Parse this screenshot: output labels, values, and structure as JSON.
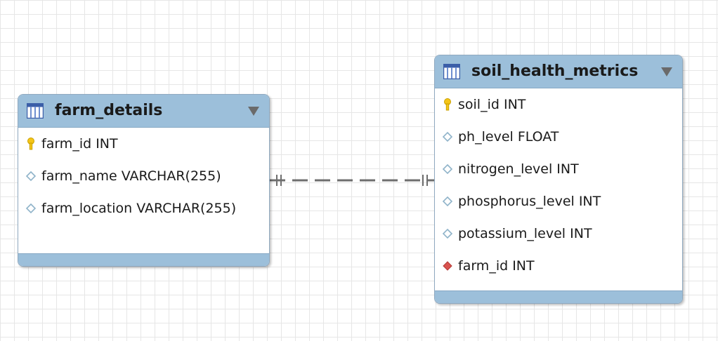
{
  "tables": [
    {
      "name": "farm_details",
      "icon": "table-icon",
      "columns": [
        {
          "text": "farm_id INT",
          "kind": "primary-key",
          "icon": "key-icon"
        },
        {
          "text": "farm_name VARCHAR(255)",
          "kind": "column",
          "icon": "column-diamond-icon"
        },
        {
          "text": "farm_location VARCHAR(255)",
          "kind": "column",
          "icon": "column-diamond-icon"
        }
      ]
    },
    {
      "name": "soil_health_metrics",
      "icon": "table-icon",
      "columns": [
        {
          "text": "soil_id INT",
          "kind": "primary-key",
          "icon": "key-icon"
        },
        {
          "text": "ph_level FLOAT",
          "kind": "column",
          "icon": "column-diamond-icon"
        },
        {
          "text": "nitrogen_level INT",
          "kind": "column",
          "icon": "column-diamond-icon"
        },
        {
          "text": "phosphorus_level INT",
          "kind": "column",
          "icon": "column-diamond-icon"
        },
        {
          "text": "potassium_level INT",
          "kind": "column",
          "icon": "column-diamond-icon"
        },
        {
          "text": "farm_id INT",
          "kind": "foreign-key",
          "icon": "foreign-key-diamond-icon"
        }
      ]
    }
  ],
  "relationships": [
    {
      "from": "farm_details",
      "to": "soil_health_metrics",
      "cardinality": "one-to-one",
      "line_style": "dashed"
    }
  ],
  "colors": {
    "header": "#9cbfda",
    "key": "#f5c518",
    "column_diamond": "#a9c7d8",
    "foreign_key": "#d9534f",
    "relationship_line": "#6e6e6e",
    "grid": "#e6e6e6"
  }
}
